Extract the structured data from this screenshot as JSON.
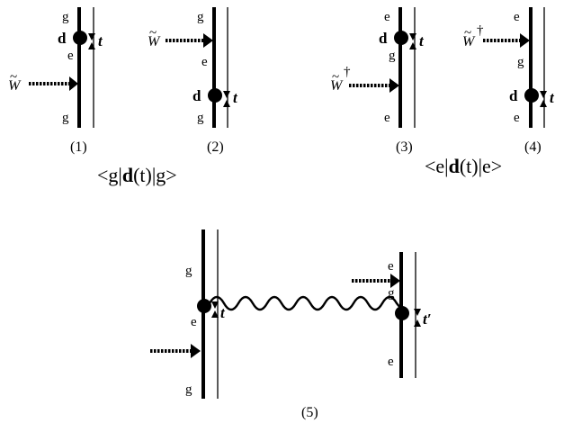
{
  "labels": {
    "g": "g",
    "e": "e",
    "d": "d",
    "t": "t",
    "t_prime": "t′",
    "W": "W",
    "tilde": "~",
    "dagger": "†"
  },
  "diagram_numbers": [
    "(1)",
    "(2)",
    "(3)",
    "(4)",
    "(5)"
  ],
  "correlators": {
    "ground": {
      "open": "<g|",
      "d": "d",
      "mid": "(t)|g>"
    },
    "excited": {
      "open": "<e|",
      "d": "d",
      "mid": "(t)|e>"
    }
  }
}
